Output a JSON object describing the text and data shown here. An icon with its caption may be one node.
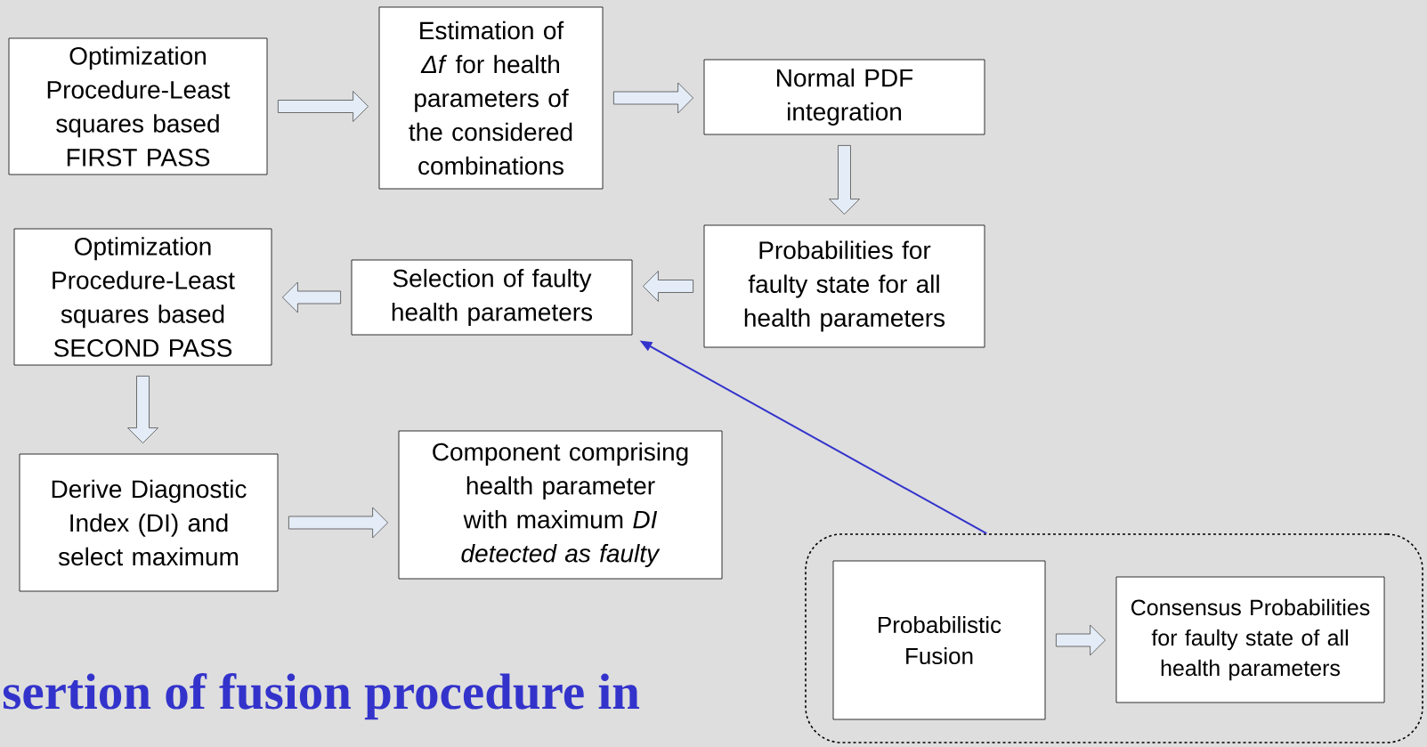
{
  "diagram": {
    "title": "sertion of fusion procedure in",
    "nodes": [
      {
        "text": [
          "Optimization Procedure-Least squares based FIRST PASS"
        ]
      },
      {
        "text": [
          "Estimation of *Δf* for health parameters of the considered combinations"
        ]
      },
      {
        "text": [
          "Normal PDF integration"
        ]
      },
      {
        "text": [
          "Probabilities for faulty state for all health parameters"
        ]
      },
      {
        "text": [
          "Selection of faulty health parameters"
        ]
      },
      {
        "text": [
          "Optimization Procedure-Least squares based SECOND PASS"
        ]
      },
      {
        "text": [
          "Derive Diagnostic Index (DI) and select maximum"
        ]
      },
      {
        "text": [
          "Component comprising health parameter with maximum *DI detected as faulty*"
        ]
      },
      {
        "text": [],
        "shape": "box"
      },
      {
        "text": [
          "Probabilistic Fusion"
        ],
        "in": 8
      },
      {
        "text": [
          "Consensus Probabilities for faulty state of all health parameters"
        ],
        "in": 8
      }
    ],
    "edges": [
      {
        "from": 0,
        "to": 1,
        "arrow": "to"
      },
      {
        "from": 1,
        "to": 2,
        "arrow": "to"
      },
      {
        "from": 2,
        "to": 3,
        "arrow": "to"
      },
      {
        "from": 3,
        "to": 4,
        "arrow": "to"
      },
      {
        "from": 4,
        "to": 5,
        "arrow": "to"
      },
      {
        "from": 5,
        "to": 6,
        "arrow": "to"
      },
      {
        "from": 6,
        "to": 7,
        "arrow": "to"
      },
      {
        "from": 9,
        "to": 10,
        "arrow": "to"
      },
      {
        "from": 8,
        "to": 4,
        "arrow": "to",
        "color": "#3333cc"
      }
    ]
  }
}
